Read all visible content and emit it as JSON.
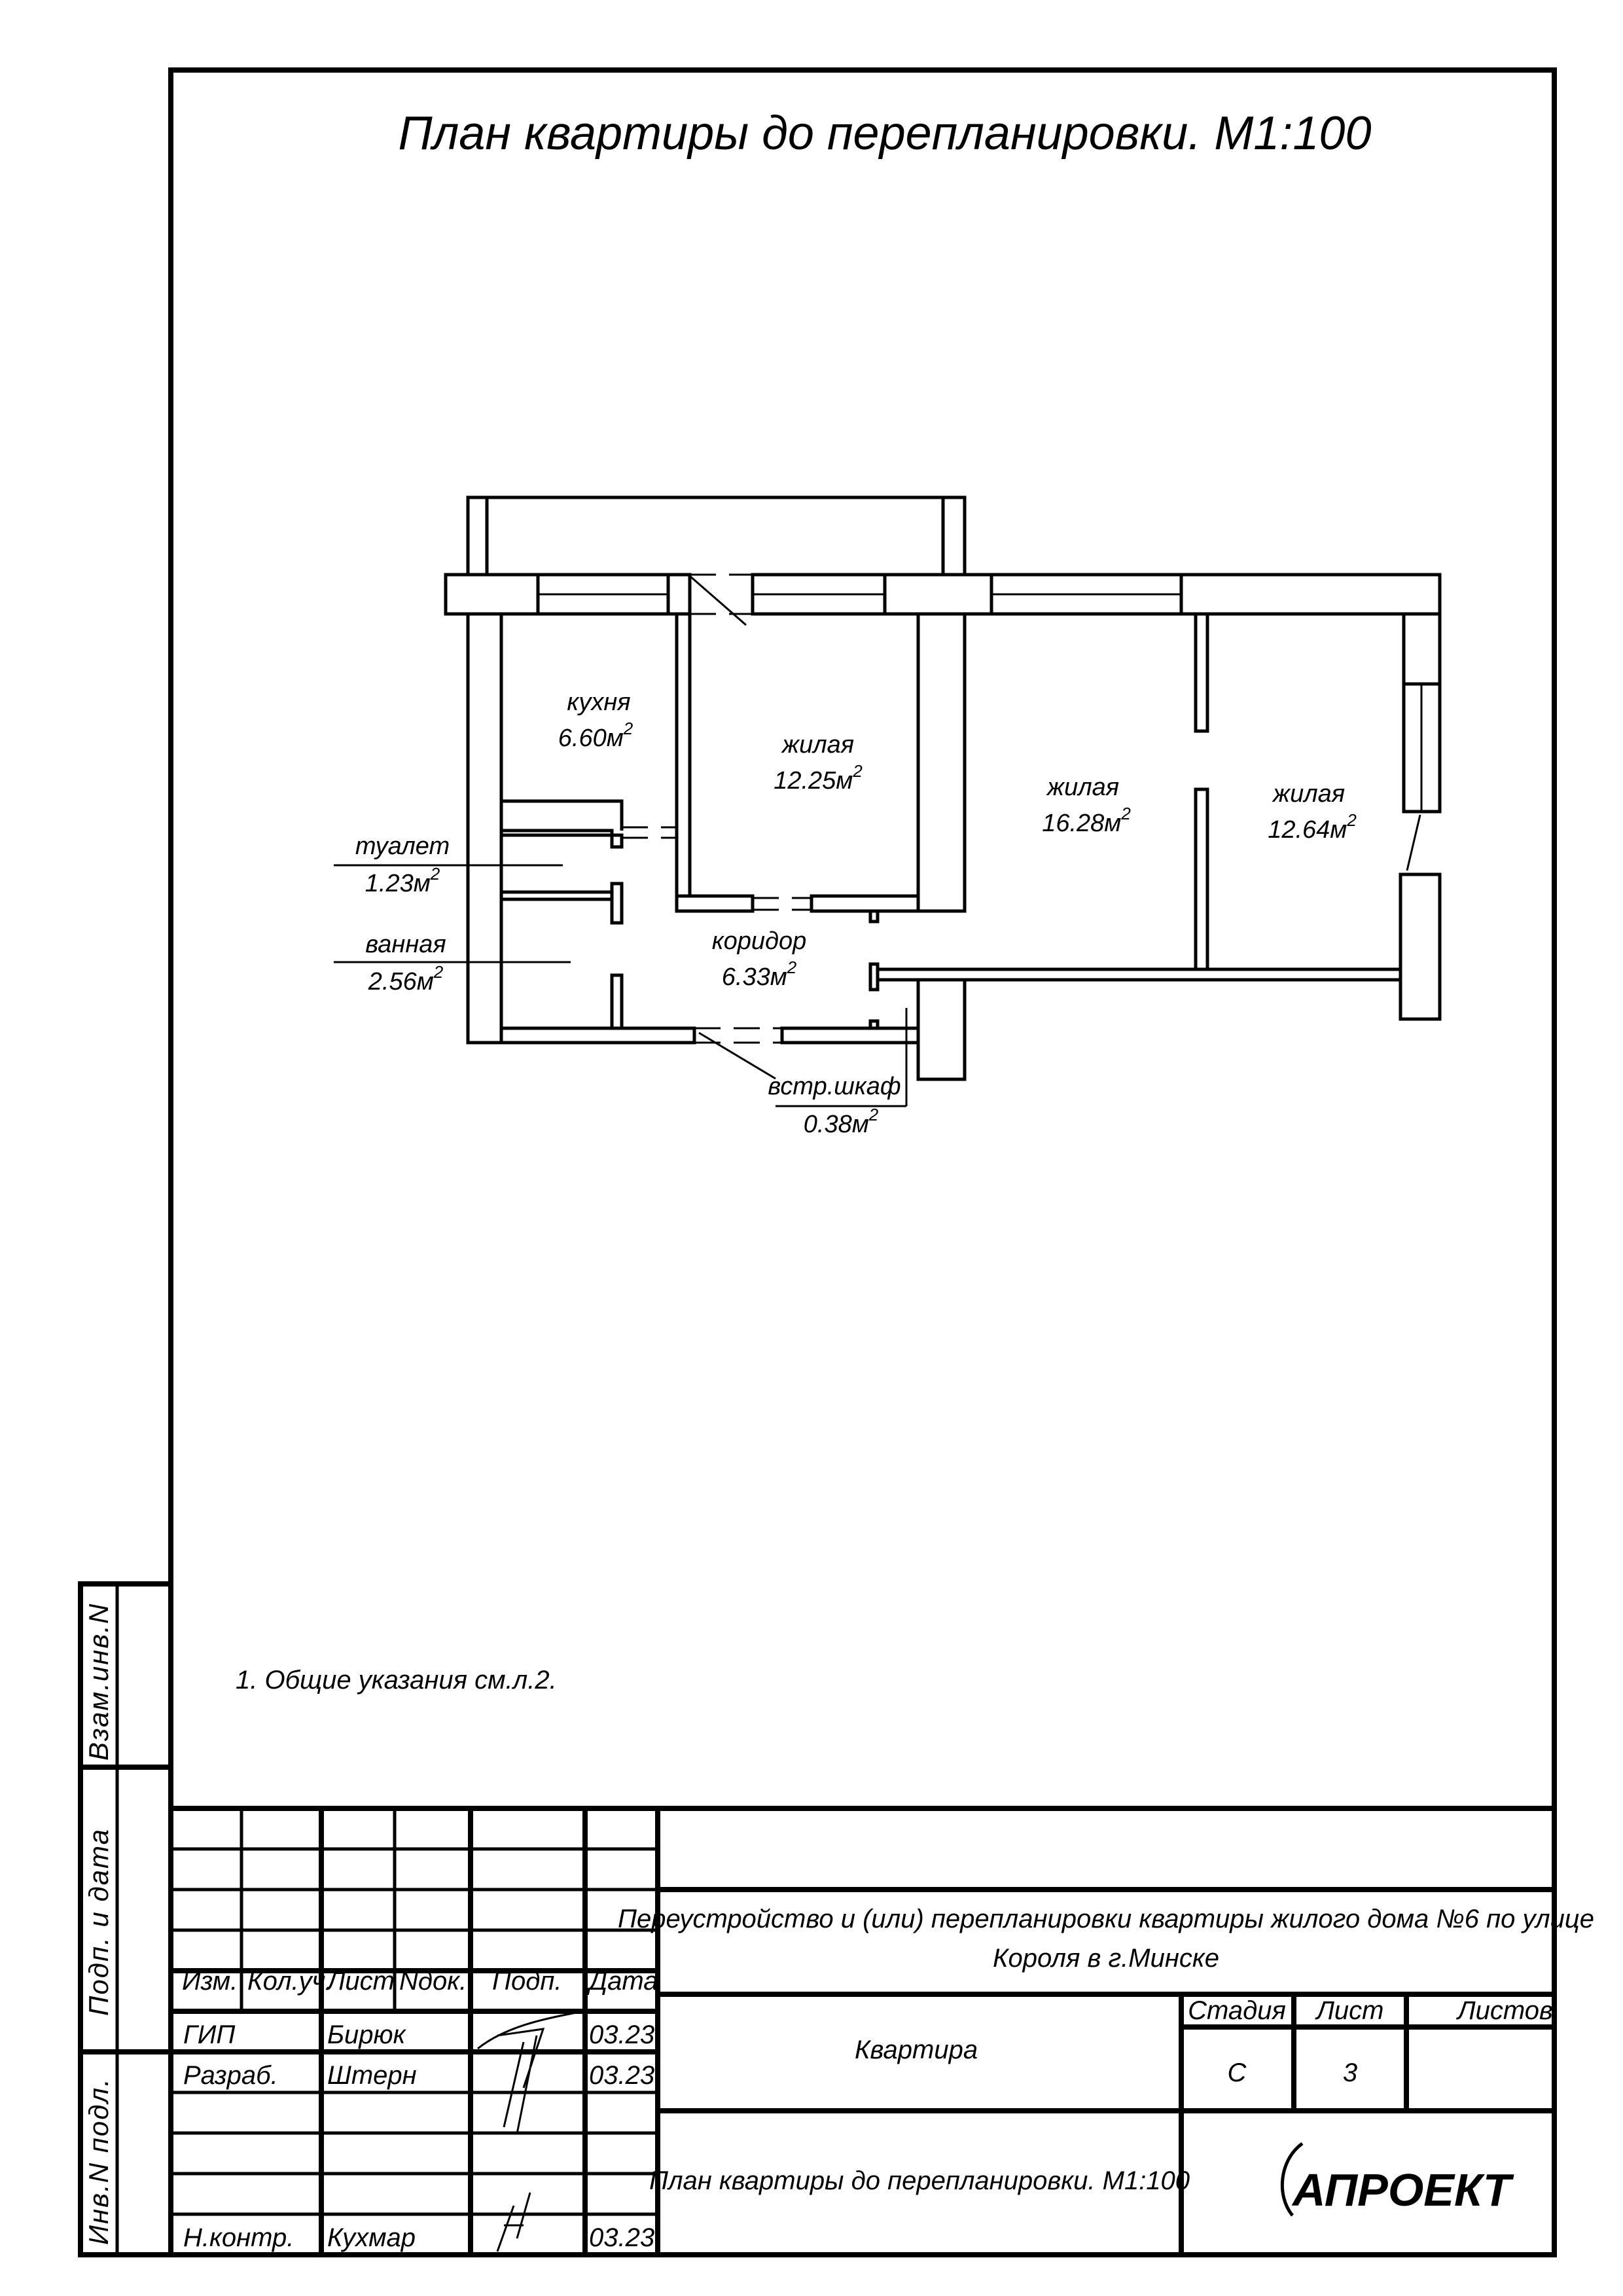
{
  "title": "План квартиры до перепланировки. М1:100",
  "rooms": {
    "kitchen": {
      "name": "кухня",
      "area": "6.60м",
      "sup": "2"
    },
    "living1": {
      "name": "жилая",
      "area": "12.25м",
      "sup": "2"
    },
    "living2": {
      "name": "жилая",
      "area": "16.28м",
      "sup": "2"
    },
    "living3": {
      "name": "жилая",
      "area": "12.64м",
      "sup": "2"
    },
    "toilet": {
      "name": "туалет",
      "area": "1.23м",
      "sup": "2"
    },
    "bath": {
      "name": "ванная",
      "area": "2.56м",
      "sup": "2"
    },
    "corridor": {
      "name": "коридор",
      "area": "6.33м",
      "sup": "2"
    },
    "closet": {
      "name": "встр.шкаф",
      "area": "0.38м",
      "sup": "2"
    }
  },
  "note": "1. Общие указания см.л.2.",
  "side_strip": [
    "Взам.инв.N",
    "Подп. и дата",
    "Инв.N подл."
  ],
  "title_block": {
    "headers": [
      "Изм.",
      "Кол.уч.",
      "Лист",
      "Nдок.",
      "Подп.",
      "Дата"
    ],
    "people": [
      {
        "role": "ГИП",
        "name": "Бирюк",
        "date": "03.23"
      },
      {
        "role": "Разраб.",
        "name": "Штерн",
        "date": "03.23"
      },
      {
        "role": "Н.контр.",
        "name": "Кухмар",
        "date": "03.23"
      }
    ],
    "project_line1": "Переустройство и (или) перепланировки квартиры жилого дома №6 по улице",
    "project_line2": "Короля в г.Минске",
    "object": "Квартира",
    "sheet_title": "План квартиры до перепланировки. М1:100",
    "stage_label": "Стадия",
    "sheet_label": "Лист",
    "sheets_label": "Листов",
    "stage": "С",
    "sheet": "3",
    "sheets": "",
    "logo": "АПРОЕКТ"
  }
}
